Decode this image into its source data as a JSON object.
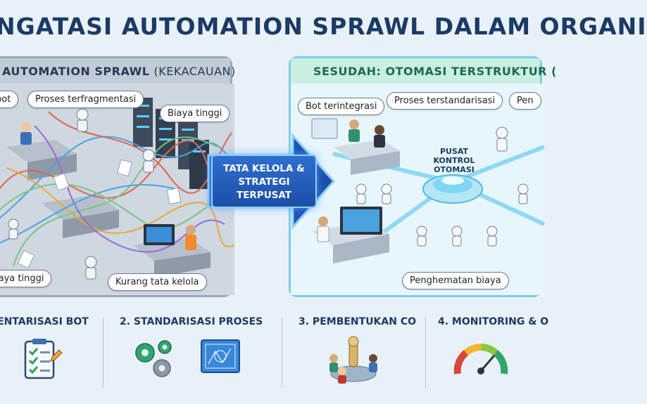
{
  "title": "NGATASI AUTOMATION SPRAWL DALAM ORGANI",
  "left_panel": {
    "heading_main": "AUTOMATION SPRAWL",
    "heading_sub": "(KEKACAUAN)",
    "bubbles": [
      "bot",
      "Proses terfragmentasi",
      "Biaya tinggi",
      "iaya tinggi",
      "Kurang tata kelola"
    ]
  },
  "center_arrow": {
    "line1": "TATA KELOLA &",
    "line2": "STRATEGI",
    "line3": "TERPUSAT"
  },
  "right_panel": {
    "heading": "SESUDAH: OTOMASI TERSTRUKTUR (",
    "bubbles": [
      "Bot terintegrasi",
      "Proses terstandarisasi",
      "Pen",
      "Penghematan biaya"
    ],
    "hub_label": [
      "PUSAT",
      "KONTROL",
      "OTOMASI"
    ]
  },
  "steps": [
    {
      "label": "ENTARISASI BOT"
    },
    {
      "label": "2. STANDARISASI PROSES"
    },
    {
      "label": "3. PEMBENTUKAN CO"
    },
    {
      "label": "4. MONITORING & O"
    }
  ],
  "colors": {
    "title": "#1b3a66",
    "left_panel_bg": "#d6dde6",
    "right_panel_bg": "#e3f4fb",
    "arrow_blue": "#2f6fd0",
    "right_heading_green": "#1e6a4e"
  }
}
